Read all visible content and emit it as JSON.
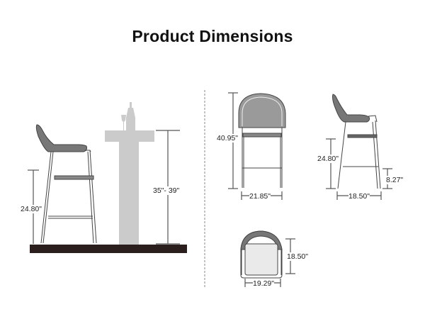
{
  "title": "Product Dimensions",
  "colors": {
    "floor": "#2a1f1d",
    "bar_counter": "#cbcbcb",
    "dimension_line": "#555555",
    "chair_outline": "#444444",
    "divider": "#888888"
  },
  "views": {
    "scene": {
      "seat_height": "24.80\"",
      "counter_height": "35\"- 39\"",
      "icons": [
        "bar-stool-side-icon",
        "bar-counter-icon",
        "wine-bottle-icon",
        "wine-glass-icon"
      ]
    },
    "front": {
      "overall_height": "40.95\"",
      "width": "21.85\""
    },
    "side": {
      "seat_height": "24.80\"",
      "footrest_height": "8.27\"",
      "depth": "18.50\""
    },
    "top": {
      "depth": "18.50\"",
      "width": "19.29\""
    }
  }
}
